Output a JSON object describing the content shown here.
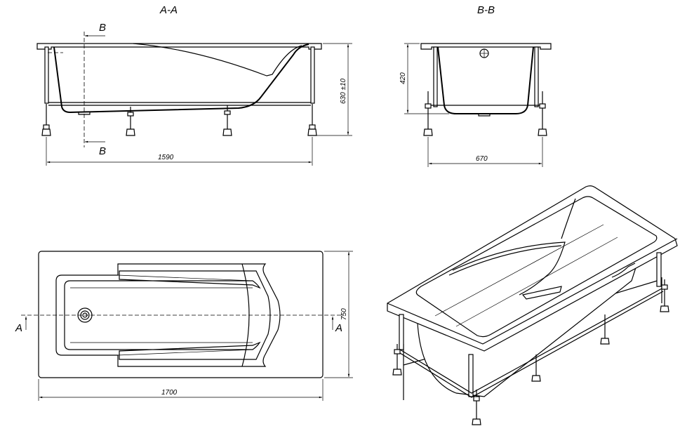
{
  "views": {
    "section_aa": {
      "title": "A-A",
      "cut_label_top": "B",
      "cut_label_bottom": "B",
      "length_dim": "1590",
      "height_dim": "630 ±10"
    },
    "section_bb": {
      "title": "B-B",
      "height_dim": "420",
      "width_dim": "670"
    },
    "top_view": {
      "length_dim": "1700",
      "width_dim": "750",
      "cut_label_left": "A",
      "cut_label_right": "A"
    },
    "isometric": {}
  },
  "colors": {
    "line": "#000000",
    "background": "#ffffff"
  }
}
